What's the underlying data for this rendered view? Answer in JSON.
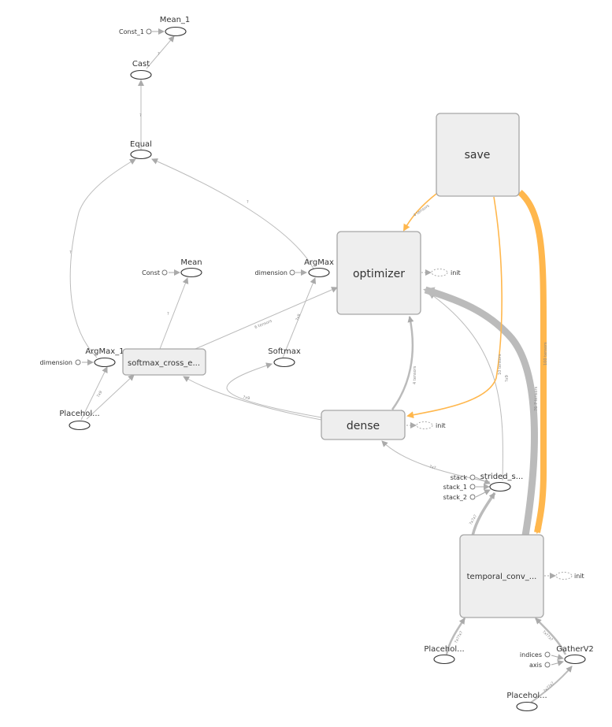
{
  "nodes": {
    "mean_1": "Mean_1",
    "const_1": "Const_1",
    "cast": "Cast",
    "equal": "Equal",
    "mean": "Mean",
    "const": "Const",
    "argmax": "ArgMax",
    "argmax_dimension": "dimension",
    "optimizer": "optimizer",
    "optimizer_init": "init",
    "argmax_1": "ArgMax_1",
    "argmax_1_dimension": "dimension",
    "softmax_cross": "softmax_cross_e...",
    "softmax": "Softmax",
    "placeholder_left": "Placehol...",
    "save": "save",
    "dense": "dense",
    "dense_init": "init",
    "stack": "stack",
    "stack_1": "stack_1",
    "stack_2": "stack_2",
    "strided_slice": "strided_s...",
    "temporal_conv": "temporal_conv_...",
    "temporal_init": "init",
    "placeholder_mid": "Placehol...",
    "indices": "indices",
    "axis": "axis",
    "gatherv2": "GatherV2",
    "placeholder_bottom": "Placehol..."
  },
  "edge_labels": {
    "save_to_optimizer": "4 tensors",
    "save_to_dense": "10 tensors",
    "save_to_temporal": "100 tensors",
    "temporal_to_optimizer": "76 7 tensors",
    "softmax_cross_to_optimizer": "6 tensors",
    "dense_to_optimizer": "4 tensors",
    "argmax_in": "?x9",
    "dense_to_softmax_cross": "?x9",
    "strided_to_dense": "?x?",
    "temporal_to_strided": "?x?x?",
    "strided_to_optimizer": "?x9",
    "placeholder_to_temporal": "?x??x?",
    "placeholder_to_argmax": "?x9",
    "gather_to_temporal": "?x??x?",
    "placeholder_to_gather": "?x??x?",
    "argmax_to_equal": "?",
    "argmax1_to_equal": "?",
    "softmax_cross_to_mean": "?",
    "cast_to_mean": "?",
    "equal_to_cast": "?"
  }
}
